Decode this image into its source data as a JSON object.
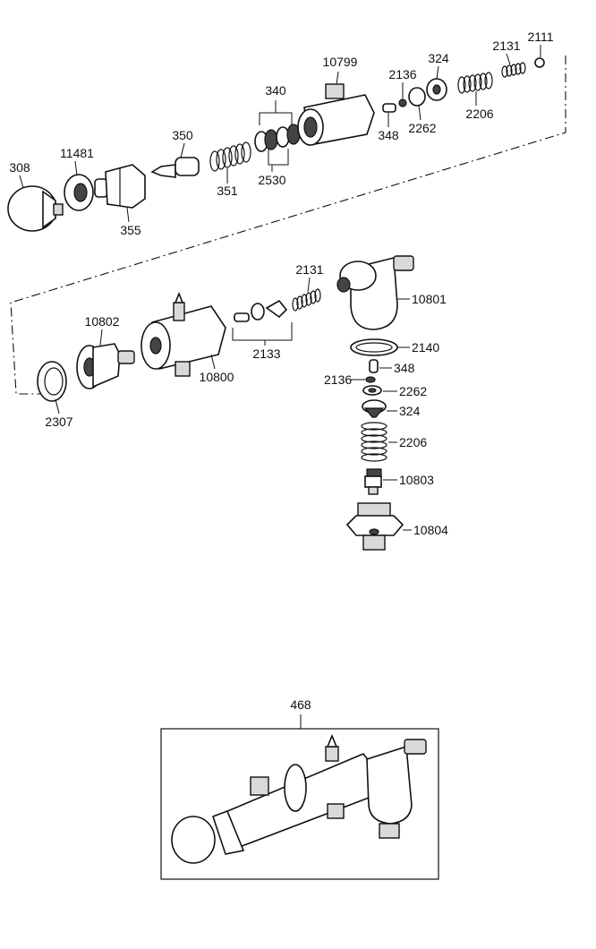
{
  "labels": {
    "p308": "308",
    "p11481": "11481",
    "p355": "355",
    "p350": "350",
    "p351": "351",
    "p340": "340",
    "p2530": "2530",
    "p10799": "10799",
    "p348a": "348",
    "p2136a": "2136",
    "p2262a": "2262",
    "p324a": "324",
    "p2206a": "2206",
    "p2131a": "2131",
    "p2111": "2111",
    "p10802": "10802",
    "p2307": "2307",
    "p10800": "10800",
    "p2133": "2133",
    "p2131b": "2131",
    "p10801": "10801",
    "p2140": "2140",
    "p348b": "348",
    "p2136b": "2136",
    "p2262b": "2262",
    "p324b": "324",
    "p2206b": "2206",
    "p10803": "10803",
    "p10804": "10804",
    "p468": "468"
  }
}
